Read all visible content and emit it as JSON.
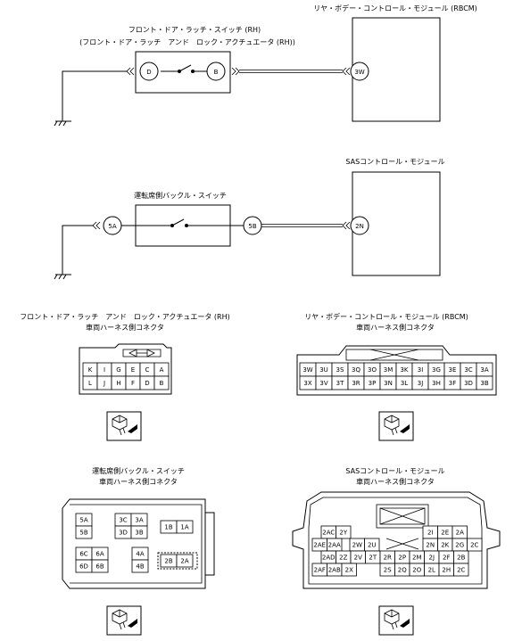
{
  "top": {
    "switch_title_1": "フロント・ドア・ラッチ・スイッチ (RH)",
    "switch_title_2": "(フロント・ドア・ラッチ　アンド　ロック・アクチュエータ (RH))",
    "pin_d": "D",
    "pin_b": "B",
    "module_title": "リヤ・ボデー・コントロール・モジュール (RBCM)",
    "pin_3w": "3W"
  },
  "middle": {
    "switch_title": "運転席側バックル・スイッチ",
    "pin_5a": "5A",
    "pin_5b": "5B",
    "module_title": "SASコントロール・モジュール",
    "pin_2n": "2N"
  },
  "connectors": {
    "latch": {
      "title_1": "フロント・ドア・ラッチ　アンド　ロック・アクチュエータ (RH)",
      "title_2": "車両ハーネス側コネクタ",
      "row1": [
        "K",
        "I",
        "G",
        "E",
        "C",
        "A"
      ],
      "row2": [
        "L",
        "J",
        "H",
        "F",
        "D",
        "B"
      ]
    },
    "rbcm": {
      "title_1": "リヤ・ボデー・コントロール・モジュール (RBCM)",
      "title_2": "車両ハーネス側コネクタ",
      "row1": [
        "3W",
        "3U",
        "3S",
        "3Q",
        "3O",
        "3M",
        "3K",
        "3I",
        "3G",
        "3E",
        "3C",
        "3A"
      ],
      "row2": [
        "3X",
        "3V",
        "3T",
        "3R",
        "3P",
        "3N",
        "3L",
        "3J",
        "3H",
        "3F",
        "3D",
        "3B"
      ]
    },
    "buckle": {
      "title_1": "運転席側バックル・スイッチ",
      "title_2": "車両ハーネス側コネクタ",
      "pins": [
        "5A",
        "5B",
        "3C",
        "3A",
        "3D",
        "3B",
        "1B",
        "1A",
        "6C",
        "6A",
        "6D",
        "6B",
        "4A",
        "4B",
        "2B",
        "2A"
      ]
    },
    "sas": {
      "title_1": "SASコントロール・モジュール",
      "title_2": "車両ハーネス側コネクタ",
      "row1": [
        "2AC",
        "2Y",
        "2I",
        "2E",
        "2A"
      ],
      "row2": [
        "2AE",
        "2AA",
        "2W",
        "2U",
        "2N",
        "2K",
        "2G",
        "2C"
      ],
      "row3": [
        "2AD",
        "2Z",
        "2V",
        "2T",
        "2R",
        "2P",
        "2M",
        "2J",
        "2F",
        "2B"
      ],
      "row4": [
        "2AF",
        "2AB",
        "2X",
        "2S",
        "2Q",
        "2O",
        "2L",
        "2H",
        "2C"
      ]
    }
  },
  "icons": {
    "view": "connector-view-arrow-icon",
    "ground": "ground-icon",
    "switch": "switch-contact-icon",
    "connector_mark": "connector-chevron-icon"
  }
}
